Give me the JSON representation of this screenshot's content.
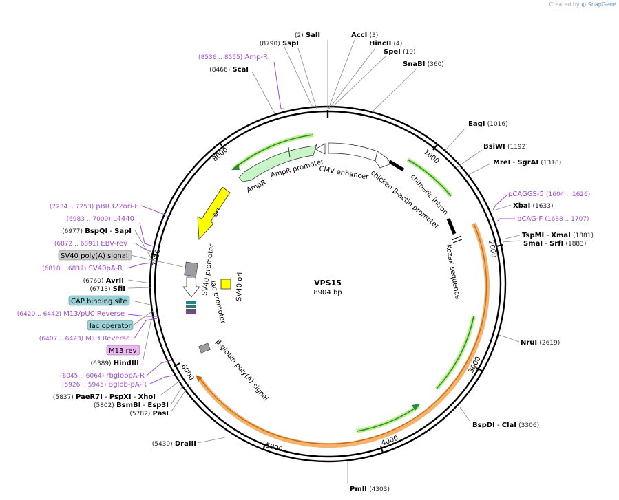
{
  "credit": {
    "prefix": "Created by",
    "brand": "SnapGene"
  },
  "plasmid": {
    "name": "VPS15",
    "size_label": "8904 bp",
    "length": 8904
  },
  "ticks": [
    "1000",
    "2000",
    "3000",
    "4000",
    "5000",
    "6000",
    "7000",
    "8000"
  ],
  "sites": [
    {
      "name": "SalI",
      "pos": "(2)"
    },
    {
      "name": "AccI",
      "pos": "(3)"
    },
    {
      "name": "HincII",
      "pos": "(4)"
    },
    {
      "name": "SpeI",
      "pos": "(19)"
    },
    {
      "name": "SnaBI",
      "pos": "(360)"
    },
    {
      "name": "EagI",
      "pos": "(1016)"
    },
    {
      "name": "BsiWI",
      "pos": "(1192)"
    },
    {
      "name": "MreI",
      "extra": "SgrAI",
      "pos": "(1318)"
    },
    {
      "name": "XbaI",
      "pos": "(1633)"
    },
    {
      "name": "TspMI",
      "extra": "XmaI",
      "pos": "(1881)"
    },
    {
      "name": "SmaI",
      "extra": "SrfI",
      "pos": "(1883)"
    },
    {
      "name": "NruI",
      "pos": "(2619)"
    },
    {
      "name": "BspDI",
      "extra": "ClaI",
      "pos": "(3306)"
    },
    {
      "name": "PmlI",
      "pos": "(4303)"
    },
    {
      "name": "DraIII",
      "pos": "(5430)"
    },
    {
      "name": "PasI",
      "pos": "(5782)"
    },
    {
      "name": "BsmBI",
      "extra": "Esp3I",
      "pos": "(5802)"
    },
    {
      "name": "PaeR7I",
      "extra": "PspXI",
      "extra2": "XhoI",
      "pos": "(5837)"
    },
    {
      "name": "HindIII",
      "pos": "(6389)"
    },
    {
      "name": "SfiI",
      "pos": "(6713)"
    },
    {
      "name": "AvrII",
      "pos": "(6760)"
    },
    {
      "name": "BspQI",
      "extra": "SapI",
      "pos": "(6977)"
    },
    {
      "name": "ScaI",
      "pos": "(8466)"
    },
    {
      "name": "SspI",
      "pos": "(8790)"
    }
  ],
  "primers": [
    {
      "name": "Amp-R",
      "pos": "(8536 .. 8555)"
    },
    {
      "name": "pCAGGS-5",
      "pos": "(1604 .. 1626)"
    },
    {
      "name": "pCAG-F",
      "pos": "(1688 .. 1707)"
    },
    {
      "name": "pBR322ori-F",
      "pos": "(7234 .. 7253)"
    },
    {
      "name": "L4440",
      "pos": "(6983 .. 7000)"
    },
    {
      "name": "EBV-rev",
      "pos": "(6872 .. 6891)"
    },
    {
      "name": "SV40pA-R",
      "pos": "(6818 .. 6837)"
    },
    {
      "name": "M13/pUC Reverse",
      "pos": "(6420 .. 6442)"
    },
    {
      "name": "M13 Reverse",
      "pos": "(6407 .. 6423)"
    },
    {
      "name": "rbglobpA-R",
      "pos": "(6045 .. 6064)"
    },
    {
      "name": "Bglob-pA-R",
      "pos": "(5926 .. 5945)"
    }
  ],
  "boxed": [
    {
      "name": "SV40 poly(A) signal"
    },
    {
      "name": "CAP binding site"
    },
    {
      "name": "lac operator"
    },
    {
      "name": "M13 rev"
    }
  ],
  "features": {
    "ampr": "AmpR",
    "ampr_promoter": "AmpR promoter",
    "cmv": "CMV enhancer",
    "chicken": "chicken β-actin promoter",
    "intron": "chimeric intron",
    "kozak": "Kozak sequence",
    "ori": "ori",
    "sv40_promoter": "SV40 promoter",
    "sv40_ori": "SV40 ori",
    "lac_promoter": "lac promoter",
    "bglobin": "β-globin poly(A) signal"
  },
  "colors": {
    "ampr": "#c8f5c8",
    "ori": "#ffff00",
    "orf": "#f5b26b",
    "gene": "#2f8a2f",
    "primer": "#a24ad0",
    "boxed_grey": "#c8c8c8",
    "boxed_teal": "#9bd0d6",
    "boxed_pink": "#e9b8f0"
  }
}
